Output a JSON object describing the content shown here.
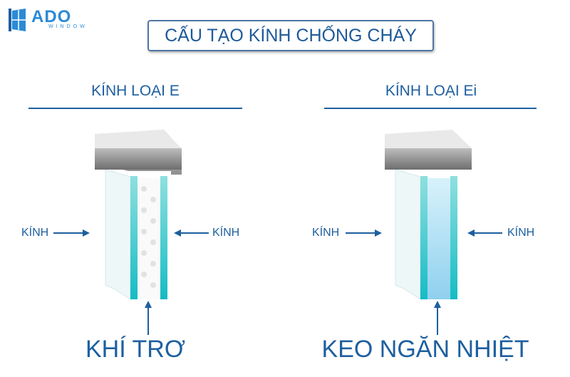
{
  "logo": {
    "brand": "ADO",
    "sub": "WINDOW"
  },
  "title": "CẤU TẠO KÍNH CHỐNG CHÁY",
  "panels": [
    {
      "heading": "KÍNH LOẠI E",
      "left_label": "KÍNH",
      "right_label": "KÍNH",
      "bottom_label": "KHÍ TRƠ"
    },
    {
      "heading": "KÍNH LOẠI Ei",
      "left_label": "KÍNH",
      "right_label": "KÍNH",
      "bottom_label": "KEO NGĂN NHIỆT"
    }
  ],
  "colors": {
    "primary": "#1d5fa0",
    "teal": "#2bbfc4"
  }
}
